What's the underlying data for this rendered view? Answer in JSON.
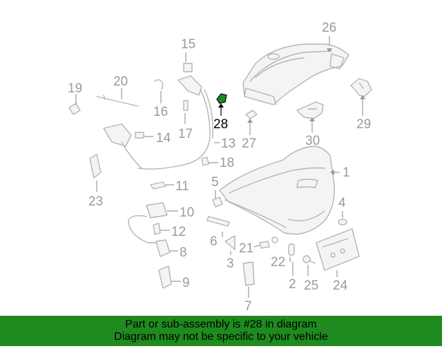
{
  "callouts": {
    "c1": "1",
    "c2": "2",
    "c3": "3",
    "c4": "4",
    "c5": "5",
    "c6": "6",
    "c7": "7",
    "c8": "8",
    "c9": "9",
    "c10": "10",
    "c11": "11",
    "c12": "12",
    "c13": "13",
    "c14": "14",
    "c15": "15",
    "c16": "16",
    "c17": "17",
    "c18": "18",
    "c19": "19",
    "c20": "20",
    "c21": "21",
    "c22": "22",
    "c23": "23",
    "c24": "24",
    "c25": "25",
    "c26": "26",
    "c27": "27",
    "c28": "28",
    "c29": "29",
    "c30": "30"
  },
  "highlight": {
    "part": "28",
    "color": "#1f8a1f"
  },
  "banner": {
    "line1": "Part or sub-assembly is #28 in diagram",
    "line2": "Diagram may not be specific to your vehicle",
    "bg_color": "#1f8a1f"
  }
}
